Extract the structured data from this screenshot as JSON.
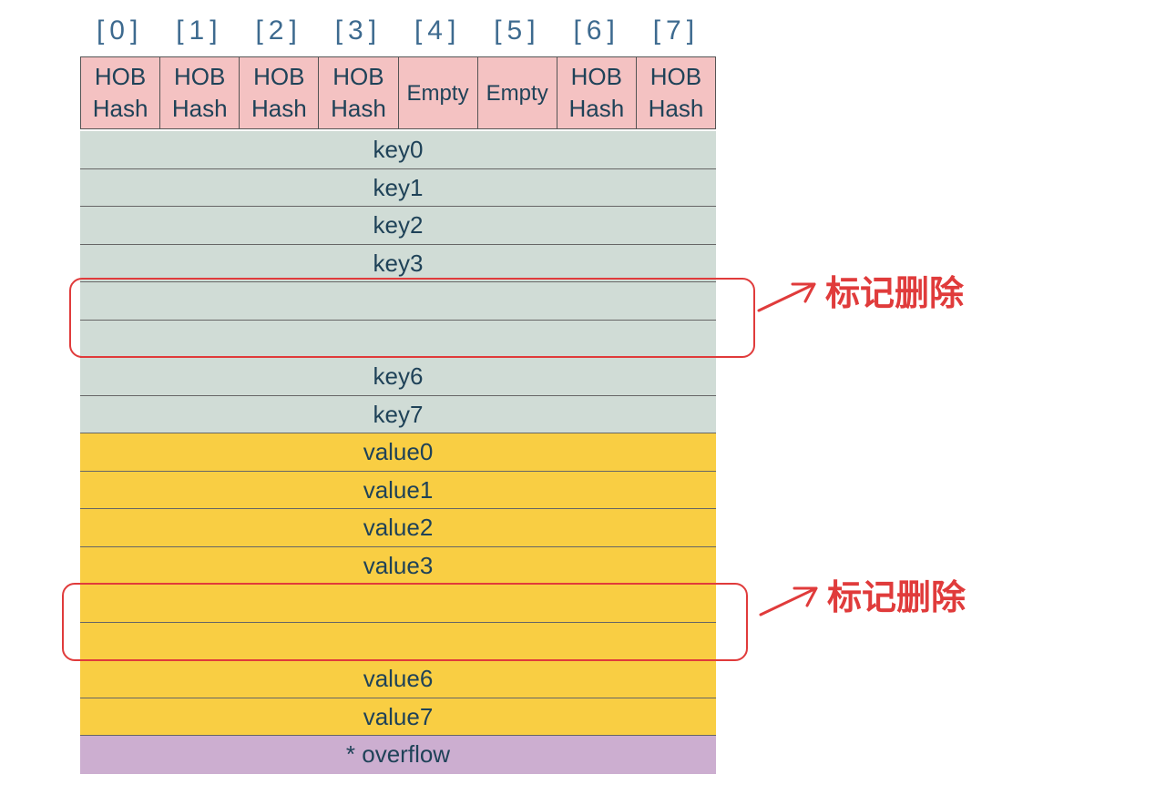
{
  "indices": [
    "[0]",
    "[1]",
    "[2]",
    "[3]",
    "[4]",
    "[5]",
    "[6]",
    "[7]"
  ],
  "tophash": [
    {
      "line1": "HOB",
      "line2": "Hash"
    },
    {
      "line1": "HOB",
      "line2": "Hash"
    },
    {
      "line1": "HOB",
      "line2": "Hash"
    },
    {
      "line1": "HOB",
      "line2": "Hash"
    },
    {
      "line1": "Empty",
      "line2": ""
    },
    {
      "line1": "Empty",
      "line2": ""
    },
    {
      "line1": "HOB",
      "line2": "Hash"
    },
    {
      "line1": "HOB",
      "line2": "Hash"
    }
  ],
  "keys": [
    "key0",
    "key1",
    "key2",
    "key3",
    "",
    "",
    "key6",
    "key7"
  ],
  "values": [
    "value0",
    "value1",
    "value2",
    "value3",
    "",
    "",
    "value6",
    "value7"
  ],
  "overflow": "* overflow",
  "annotations": {
    "keys_deleted": "标记删除",
    "values_deleted": "标记删除"
  },
  "colors": {
    "tophash_bg": "#f4c2c2",
    "key_bg": "#d0dcd6",
    "value_bg": "#f9ce43",
    "overflow_bg": "#ccaed0",
    "annotation": "#e03b3b",
    "text": "#1f4258",
    "index_text": "#3d6a8f"
  }
}
